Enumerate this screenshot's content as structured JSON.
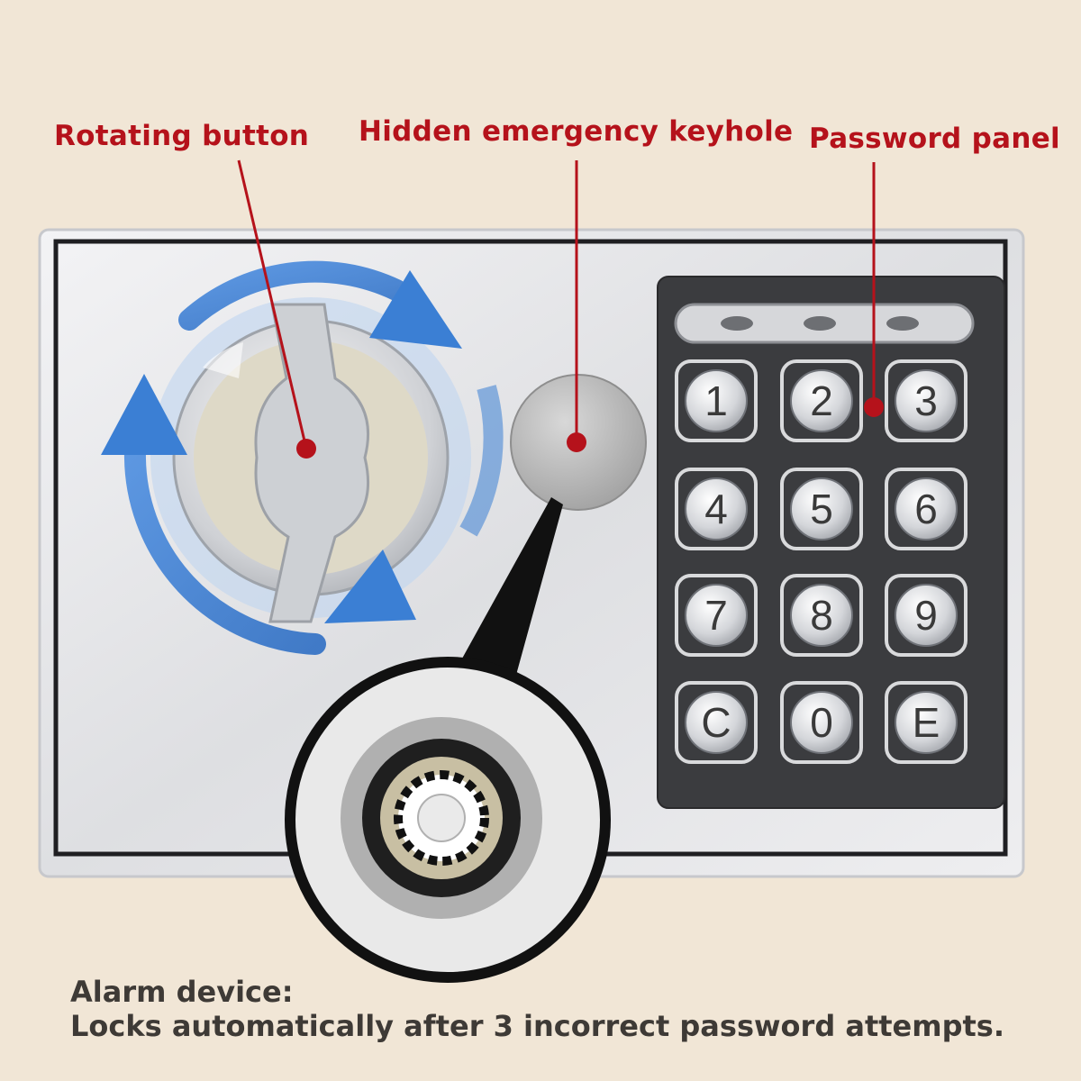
{
  "callouts": {
    "rotating_button": "Rotating button",
    "hidden_keyhole": "Hidden emergency keyhole",
    "password_panel": "Password panel"
  },
  "keypad": {
    "keys": [
      "1",
      "2",
      "3",
      "4",
      "5",
      "6",
      "7",
      "8",
      "9",
      "C",
      "0",
      "E"
    ]
  },
  "footer": {
    "title": "Alarm device:",
    "description": "Locks automatically after 3 incorrect password attempts."
  },
  "colors": {
    "background": "#f1e6d6",
    "callout_red": "#b5121b",
    "arrow_blue": "#3b7fd4",
    "panel_dark": "#3b3c3f",
    "safe_silver": "#e4e5e8"
  }
}
